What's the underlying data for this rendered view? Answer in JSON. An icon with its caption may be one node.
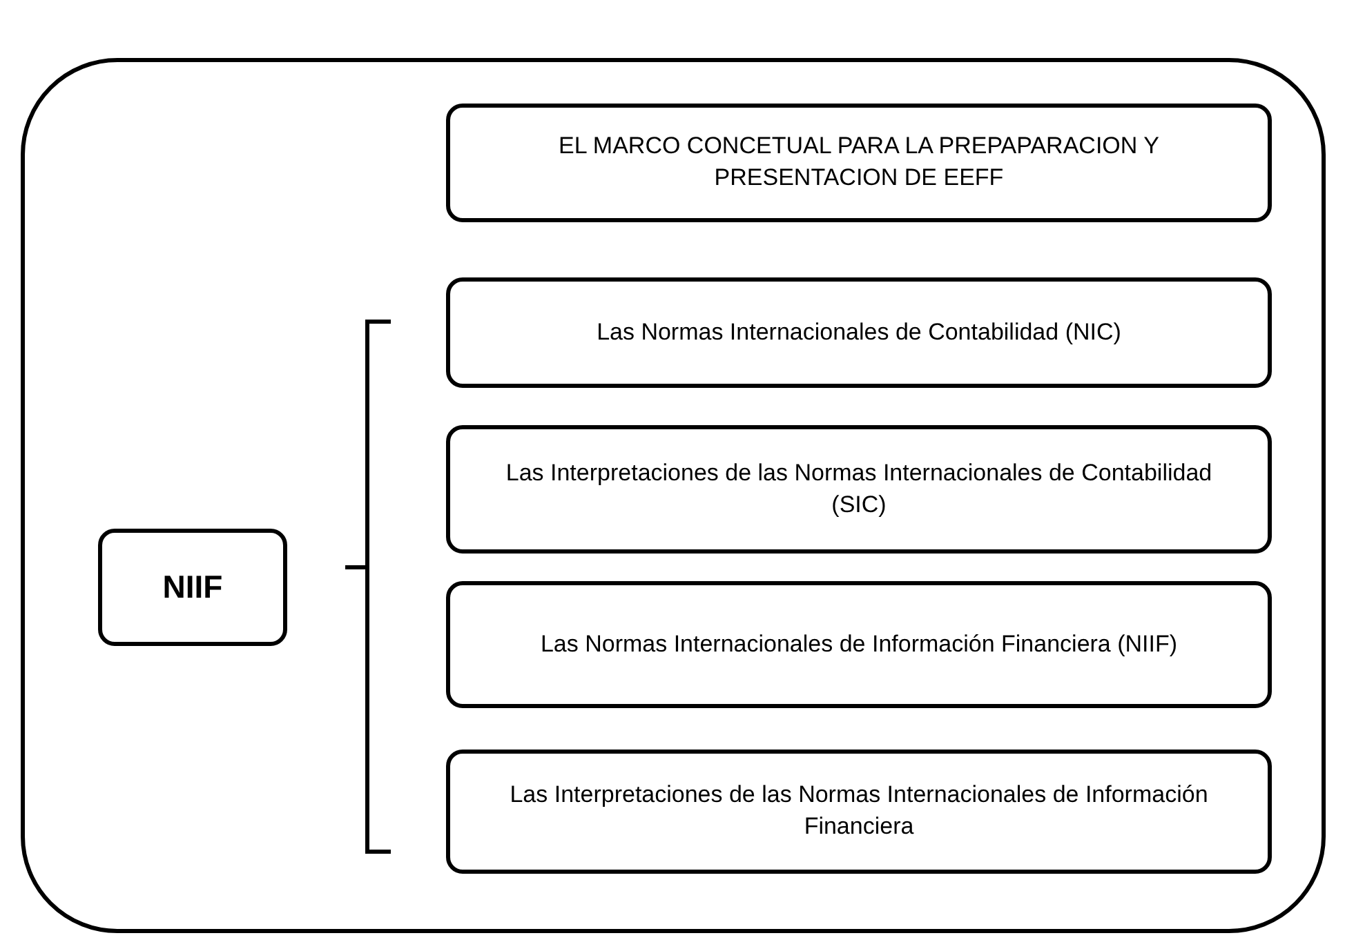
{
  "diagram": {
    "nodes": [
      {
        "text": [],
        "shape": "box"
      },
      {
        "text": [
          "EL MARCO CONCETUAL PARA LA PREPAPARACION Y PRESENTACION DE EEFF"
        ],
        "in": 0
      },
      {
        "text": [
          "NIIF"
        ],
        "in": 0
      },
      {
        "text": [
          "Las Normas Internacionales de Contabilidad (NIC)"
        ],
        "in": 0
      },
      {
        "text": [
          "Las Interpretaciones de las Normas Internacionales de Contabilidad (SIC)"
        ],
        "in": 0
      },
      {
        "text": [
          "Las Normas Internacionales de Información Financiera (NIIF)"
        ],
        "in": 0
      },
      {
        "text": [
          "Las Interpretaciones de las Normas Internacionales de Información Financiera"
        ],
        "in": 0
      }
    ]
  }
}
